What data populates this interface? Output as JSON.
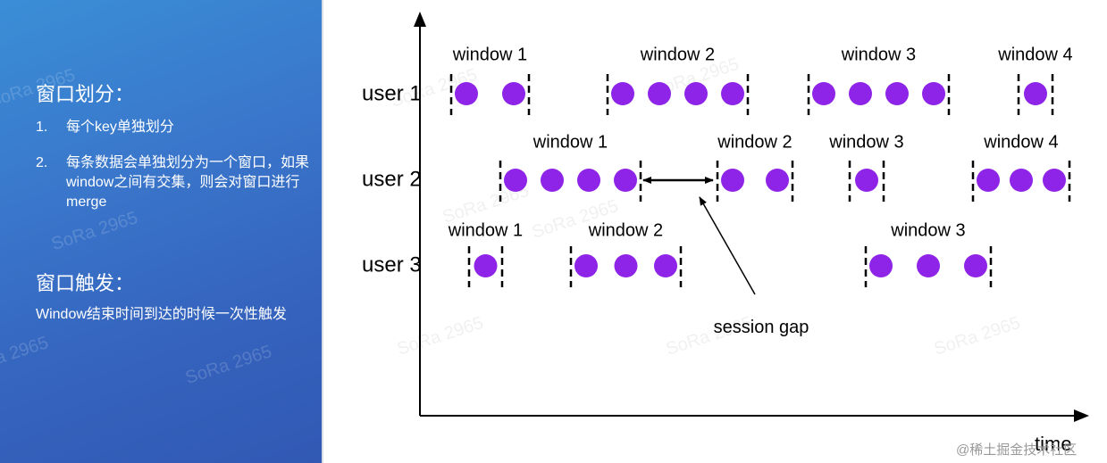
{
  "left_panel": {
    "partition_title": "窗口划分：",
    "partition_items": [
      {
        "num": "1.",
        "text": "每个key单独划分"
      },
      {
        "num": "2.",
        "text": "每条数据会单独划分为一个窗口，如果window之间有交集，则会对窗口进行merge"
      }
    ],
    "trigger_title": "窗口触发：",
    "trigger_text": "Window结束时间到达的时候一次性触发"
  },
  "watermark_text": "SoRa 2965",
  "diagram": {
    "axis_label": "time",
    "session_gap_label": "session gap",
    "colors": {
      "dot": "#8e24e8",
      "axis": "#000000"
    },
    "users": [
      {
        "label": "user 1",
        "windows": [
          "window 1",
          "window 2",
          "window 3",
          "window 4"
        ],
        "dots": [
          2,
          4,
          4,
          1
        ]
      },
      {
        "label": "user 2",
        "windows": [
          "window 1",
          "window 2",
          "window 3",
          "window 4"
        ],
        "dots": [
          4,
          2,
          1,
          3
        ]
      },
      {
        "label": "user 3",
        "windows": [
          "window 1",
          "window 2",
          "window 3"
        ],
        "dots": [
          1,
          3,
          3
        ]
      }
    ]
  },
  "site_tag": "@稀土掘金技术社区"
}
